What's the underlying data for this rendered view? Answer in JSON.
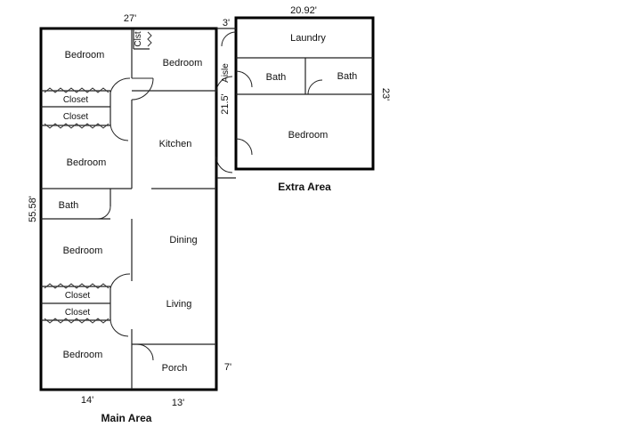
{
  "main_area": {
    "title": "Main Area",
    "dim_top": "27'",
    "dim_left": "55.58'",
    "dim_bottom_left": "14'",
    "dim_bottom_right": "13'",
    "dim_porch": "7'",
    "rooms": {
      "bedroom_top_left": "Bedroom",
      "closet_small": "Clst",
      "bedroom_top_right": "Bedroom",
      "closet_1": "Closet",
      "closet_2": "Closet",
      "kitchen": "Kitchen",
      "bedroom_mid": "Bedroom",
      "bath": "Bath",
      "bedroom_lower": "Bedroom",
      "dining": "Dining",
      "closet_3": "Closet",
      "closet_4": "Closet",
      "living": "Living",
      "bedroom_bottom": "Bedroom",
      "porch": "Porch"
    }
  },
  "aisle": {
    "label": "Aisle",
    "dim_width": "3'",
    "dim_length": "21.5'"
  },
  "extra_area": {
    "title": "Extra Area",
    "dim_top": "20.92'",
    "dim_right": "23'",
    "rooms": {
      "laundry": "Laundry",
      "bath_left": "Bath",
      "bath_right": "Bath",
      "bedroom": "Bedroom"
    }
  }
}
